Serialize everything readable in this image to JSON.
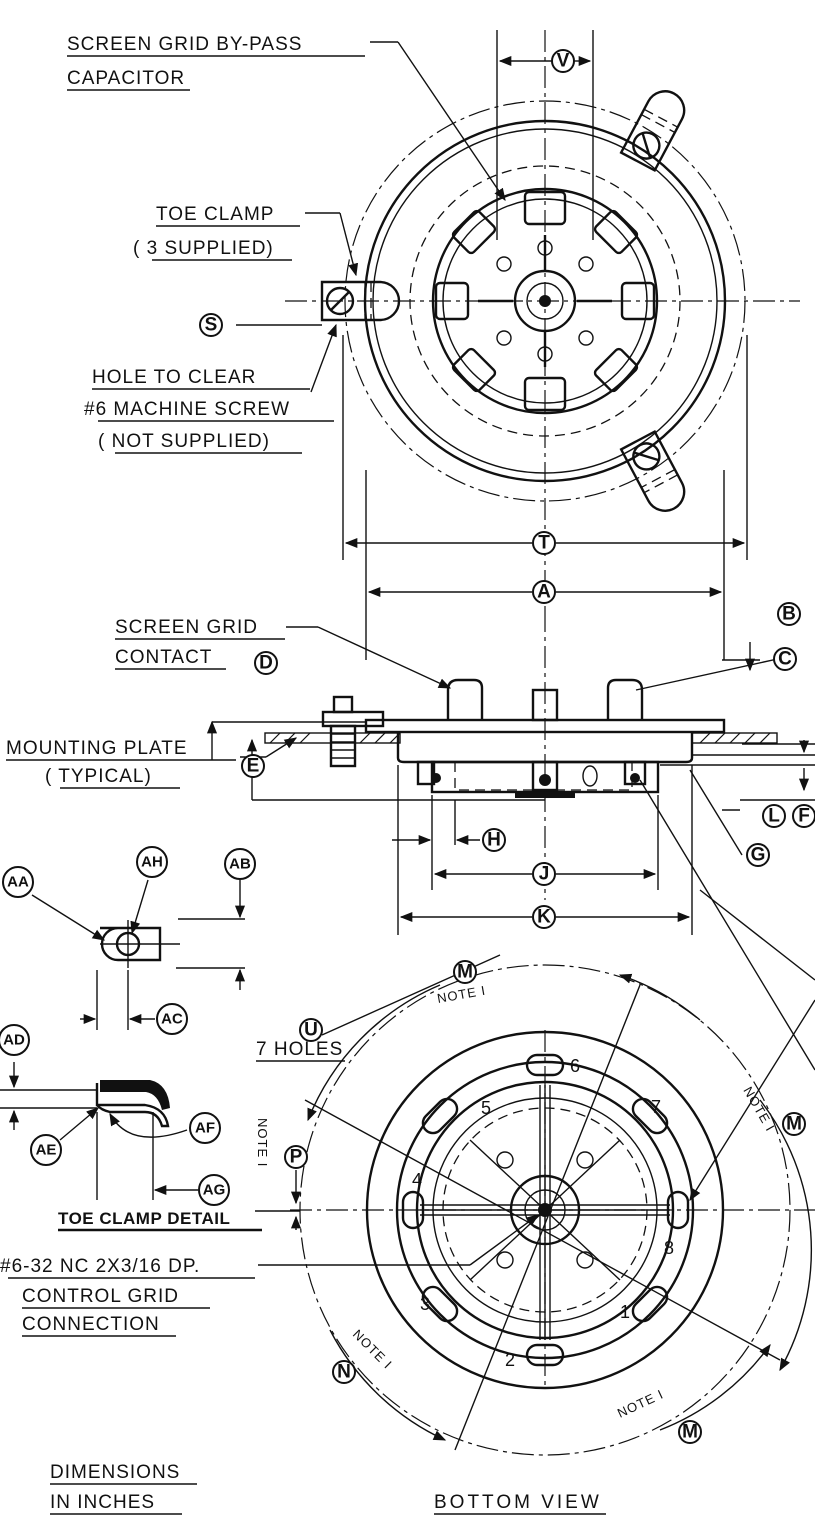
{
  "labels": {
    "screen_bypass_1": "SCREEN GRID BY-PASS",
    "screen_bypass_2": "CAPACITOR",
    "toe_clamp_1": "TOE CLAMP",
    "toe_clamp_2": "( 3 SUPPLIED)",
    "hole_1": "HOLE TO CLEAR",
    "hole_2": "#6 MACHINE SCREW",
    "hole_3": "( NOT SUPPLIED)",
    "screen_contact_1": "SCREEN GRID",
    "screen_contact_2": "CONTACT",
    "mounting_1": "MOUNTING PLATE",
    "mounting_2": "( TYPICAL)",
    "holes7": "7 HOLES",
    "toe_detail": "TOE CLAMP DETAIL",
    "control_1": "#6-32 NC 2X3/16 DP.",
    "control_2": "CONTROL GRID",
    "control_3": "CONNECTION",
    "dims_1": "DIMENSIONS",
    "dims_2": "IN INCHES",
    "bottom_view": "BOTTOM VIEW",
    "note": "NOTE I"
  },
  "callouts": {
    "V": "V",
    "S": "S",
    "T": "T",
    "A": "A",
    "B": "B",
    "C": "C",
    "D": "D",
    "E": "E",
    "F": "F",
    "L": "L",
    "G": "G",
    "H": "H",
    "J": "J",
    "K": "K",
    "U": "U",
    "M1": "M",
    "M2": "M",
    "M3": "M",
    "P": "P",
    "N": "N",
    "AA": "AA",
    "AH": "AH",
    "AB": "AB",
    "AC": "AC",
    "AD": "AD",
    "AE": "AE",
    "AF": "AF",
    "AG": "AG"
  },
  "pins": [
    "1",
    "2",
    "3",
    "4",
    "5",
    "6",
    "7",
    "8"
  ]
}
